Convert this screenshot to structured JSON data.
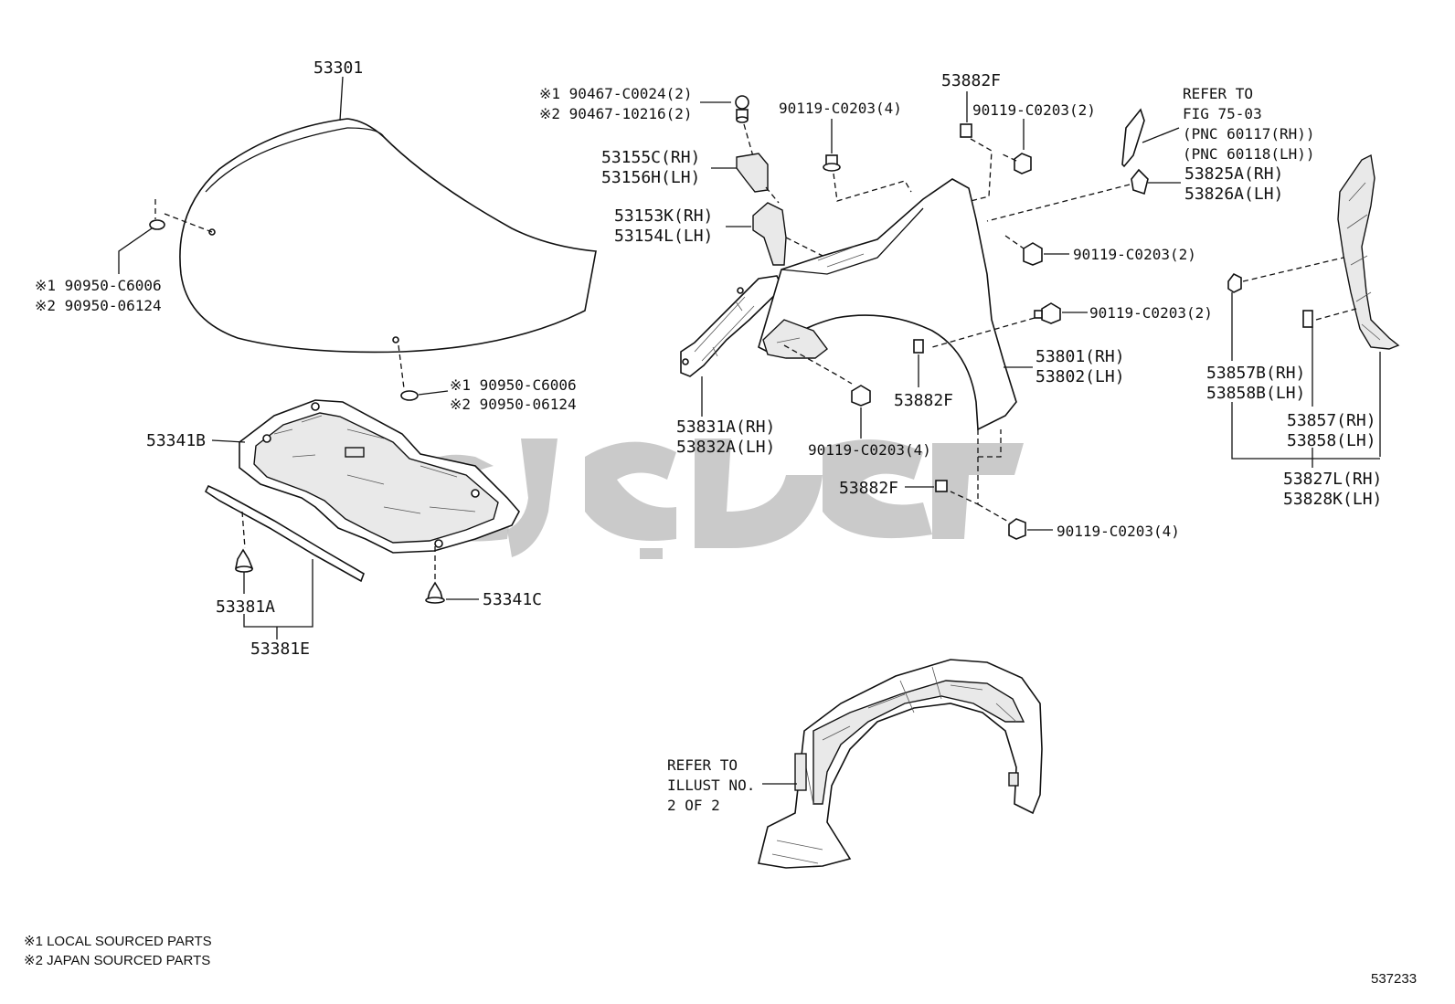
{
  "diagram": {
    "hood": {
      "part_no": "53301"
    },
    "hood_cushion_upper": {
      "note1": "※1 90950-C6006",
      "note2": "※2 90950-06124"
    },
    "hood_cushion_lower": {
      "note1": "※1 90950-C6006",
      "note2": "※2 90950-06124"
    },
    "hood_insulator": {
      "part_no": "53341B"
    },
    "insulator_clip": {
      "part_no": "53341C"
    },
    "hood_seal": {
      "part_no": "53381A",
      "group": "53381E"
    },
    "clip_top": {
      "note1": "※1 90467-C0024(2)",
      "note2": "※2 90467-10216(2)"
    },
    "bracket_upper": {
      "rh": "53155C(RH)",
      "lh": "53156H(LH)"
    },
    "bracket_mid": {
      "rh": "53153K(RH)",
      "lh": "53154L(LH)"
    },
    "bolt_top": {
      "part_no": "90119-C0203(4)"
    },
    "fender_brace": {
      "rh": "53831A(RH)",
      "lh": "53832A(LH)"
    },
    "fender": {
      "rh": "53801(RH)",
      "lh": "53802(LH)"
    },
    "fender_pad_top": {
      "part_no": "53882F"
    },
    "fender_pad_mid": {
      "part_no": "53882F"
    },
    "fender_pad_bottom": {
      "part_no": "53882F"
    },
    "bolt_pad_top": {
      "part_no": "90119-C0203(2)"
    },
    "bolt_fender_right": {
      "part_no": "90119-C0203(2)"
    },
    "bolt_fender_lower": {
      "part_no": "90119-C0203(2)"
    },
    "bolt_fender_bottom": {
      "part_no": "90119-C0203(4)"
    },
    "bolt_pad_bottom": {
      "part_no": "90119-C0203(4)"
    },
    "refer_fig": {
      "line1": "REFER TO",
      "line2": "FIG 75-03",
      "line3": "(PNC 60117(RH))",
      "line4": "(PNC 60118(LH))"
    },
    "fender_clip": {
      "rh": "53825A(RH)",
      "lh": "53826A(LH)"
    },
    "side_panel_clip": {
      "rh": "53857B(RH)",
      "lh": "53858B(LH)"
    },
    "side_panel_seal": {
      "rh": "53857(RH)",
      "lh": "53858(LH)"
    },
    "side_panel": {
      "rh": "53827L(RH)",
      "lh": "53828K(LH)"
    },
    "liner_ref": {
      "line1": "REFER TO",
      "line2": "ILLUST NO.",
      "line3": "2 OF 2"
    }
  },
  "footnotes": {
    "local": "※1 LOCAL SOURCED PARTS",
    "japan": "※2 JAPAN SOURCED PARTS"
  },
  "figure_id": "537233",
  "icons": {
    "watermark": "watermark-logo"
  }
}
